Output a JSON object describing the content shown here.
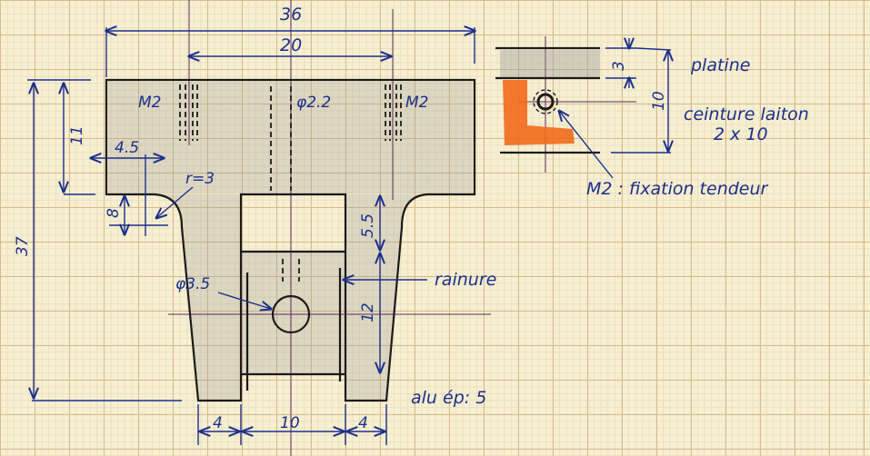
{
  "main_view": {
    "dim_overall_width": "36",
    "dim_hole_spacing": "20",
    "thread_left": "M2",
    "thread_right": "M2",
    "center_hole": "φ2.2",
    "dim_top_height": "11",
    "dim_offset": "4.5",
    "fillet_radius": "r=3",
    "dim_fillet_height": "8",
    "dim_total_height": "37",
    "dim_slot_top": "5.5",
    "dim_slot_block": "12",
    "hole_diameter": "φ3.5",
    "groove_label": "rainure",
    "material_note": "alu ép: 5",
    "dim_leg_left": "4",
    "dim_slot_width": "10",
    "dim_leg_right": "4"
  },
  "side_view": {
    "plate_label": "platine",
    "dim_plate": "3",
    "dim_belt": "10",
    "belt_label": "ceinture laiton",
    "belt_size": "2 x 10",
    "fixing_note": "M2 : fixation tendeur"
  },
  "colors": {
    "ink": "#1a1a1a",
    "dimension": "#1c2f8c",
    "brass": "#f26a1b"
  }
}
